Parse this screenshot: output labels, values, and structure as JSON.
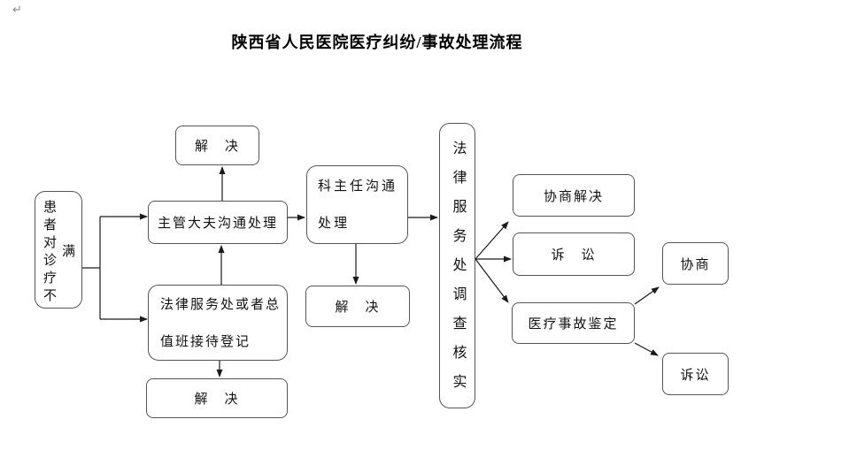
{
  "page": {
    "title": "陕西省人民医院医疗纠纷/事故处理流程",
    "paragraph_mark": "↵"
  },
  "nodes": {
    "patient": {
      "label": "患者对诊疗不满"
    },
    "resolve_top": {
      "label": "解　决"
    },
    "doctor": {
      "label": "主管大夫沟通处理"
    },
    "legal_reception": {
      "label": "法律服务处或者总值班接待登记"
    },
    "resolve_bottom": {
      "label": "解　决"
    },
    "director": {
      "label": "科主任沟通处理"
    },
    "resolve_mid": {
      "label": "解　决"
    },
    "legal_investigation": {
      "label": "法律服务处调查核实"
    },
    "negotiate_resolve": {
      "label": "协商解决"
    },
    "litigation_mid": {
      "label": "诉　讼"
    },
    "appraisal": {
      "label": "医疗事故鉴定"
    },
    "negotiate_right": {
      "label": "协商"
    },
    "litigation_right": {
      "label": "诉讼"
    }
  },
  "colors": {
    "background": "#ffffff",
    "border": "#555555",
    "line": "#1a1a1a",
    "text": "#111111"
  }
}
